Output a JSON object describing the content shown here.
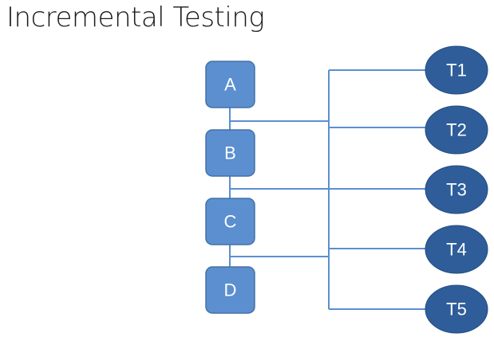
{
  "title": "Incremental Testing",
  "modules": [
    {
      "label": "A"
    },
    {
      "label": "B"
    },
    {
      "label": "C"
    },
    {
      "label": "D"
    }
  ],
  "tests": [
    {
      "label": "T1"
    },
    {
      "label": "T2"
    },
    {
      "label": "T3"
    },
    {
      "label": "T4"
    },
    {
      "label": "T5"
    }
  ],
  "colors": {
    "module_fill": "#5b8fd0",
    "test_fill": "#2e5d9a",
    "connector": "#5b8fd0",
    "text": "#ffffff"
  }
}
